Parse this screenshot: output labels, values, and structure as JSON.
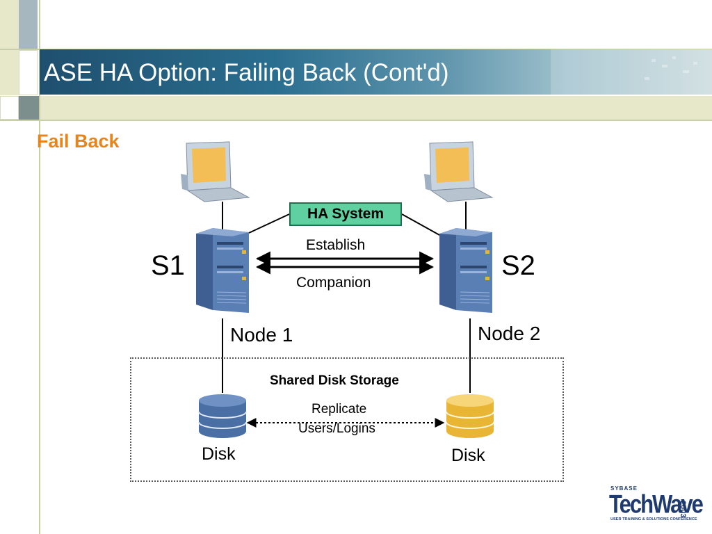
{
  "slide": {
    "title": "ASE HA Option: Failing Back (Cont'd)",
    "subtitle": "Fail Back"
  },
  "diagram": {
    "ha_system": "HA System",
    "server_left": "S1",
    "server_right": "S2",
    "node_left": "Node 1",
    "node_right": "Node 2",
    "link_top": "Establish",
    "link_bottom": "Companion",
    "storage_title": "Shared Disk Storage",
    "replicate_line1": "Replicate",
    "replicate_line2": "Users/Logins",
    "disk_left": "Disk",
    "disk_right": "Disk"
  },
  "logo": {
    "brand_top": "SYBASE",
    "brand": "TechWave",
    "year": "2003",
    "tagline": "USER TRAINING & SOLUTIONS CONFERENCE"
  },
  "colors": {
    "title_band": "#2a6e8f",
    "subtitle": "#e8841a",
    "ha_box": "#5fd0a0",
    "server": "#5a7fb5",
    "disk_left": "#4a6fa5",
    "disk_right": "#f0c040",
    "monitor_screen": "#f3be55"
  }
}
